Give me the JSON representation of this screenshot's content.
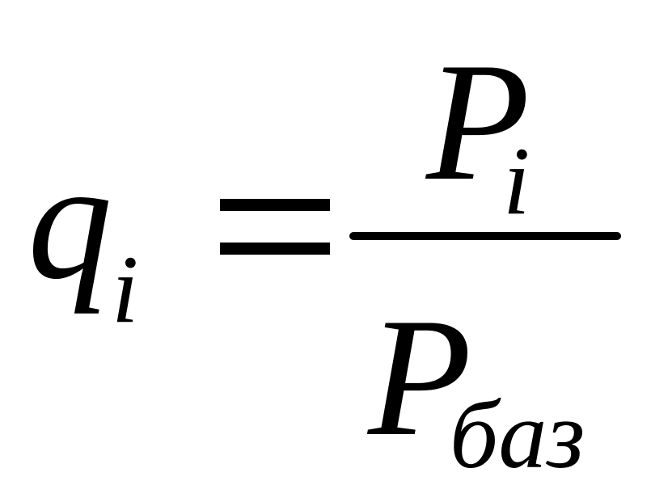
{
  "formula": {
    "lhs": {
      "variable": "q",
      "subscript": "i"
    },
    "operator": "=",
    "numerator": {
      "variable": "P",
      "subscript": "i"
    },
    "denominator": {
      "variable": "P",
      "subscript": "баз"
    }
  },
  "colors": {
    "text": "#000000",
    "background": "#ffffff"
  }
}
